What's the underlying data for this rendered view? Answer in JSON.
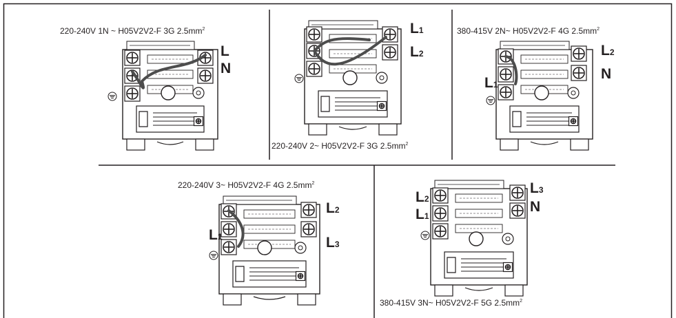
{
  "panels": [
    {
      "caption": "220-240V 1N ~ H05V2V2-F 3G 2.5mm",
      "superscript": "2",
      "terminals": [
        {
          "letter": "L",
          "sub": ""
        },
        {
          "letter": "N",
          "sub": ""
        }
      ]
    },
    {
      "caption": "220-240V 2~ H05V2V2-F 3G 2.5mm",
      "superscript": "2",
      "terminals": [
        {
          "letter": "L",
          "sub": "1"
        },
        {
          "letter": "L",
          "sub": "2"
        }
      ]
    },
    {
      "caption": "380-415V 2N~ H05V2V2-F 4G 2.5mm",
      "superscript": "2",
      "terminals": [
        {
          "letter": "L",
          "sub": "2"
        },
        {
          "letter": "N",
          "sub": ""
        },
        {
          "letter": "L",
          "sub": "1"
        }
      ]
    },
    {
      "caption": "220-240V 3~ H05V2V2-F 4G 2.5mm",
      "superscript": "2",
      "terminals": [
        {
          "letter": "L",
          "sub": "2"
        },
        {
          "letter": "L",
          "sub": "1"
        },
        {
          "letter": "L",
          "sub": "3"
        }
      ]
    },
    {
      "caption": "380-415V 3N~ H05V2V2-F 5G 2.5mm",
      "superscript": "2",
      "terminals": [
        {
          "letter": "L",
          "sub": "3"
        },
        {
          "letter": "N",
          "sub": ""
        },
        {
          "letter": "L",
          "sub": "2"
        },
        {
          "letter": "L",
          "sub": "1"
        }
      ]
    }
  ],
  "colors": {
    "line": "#231f20",
    "cable": "#4d4d4d",
    "background": "#ffffff"
  }
}
